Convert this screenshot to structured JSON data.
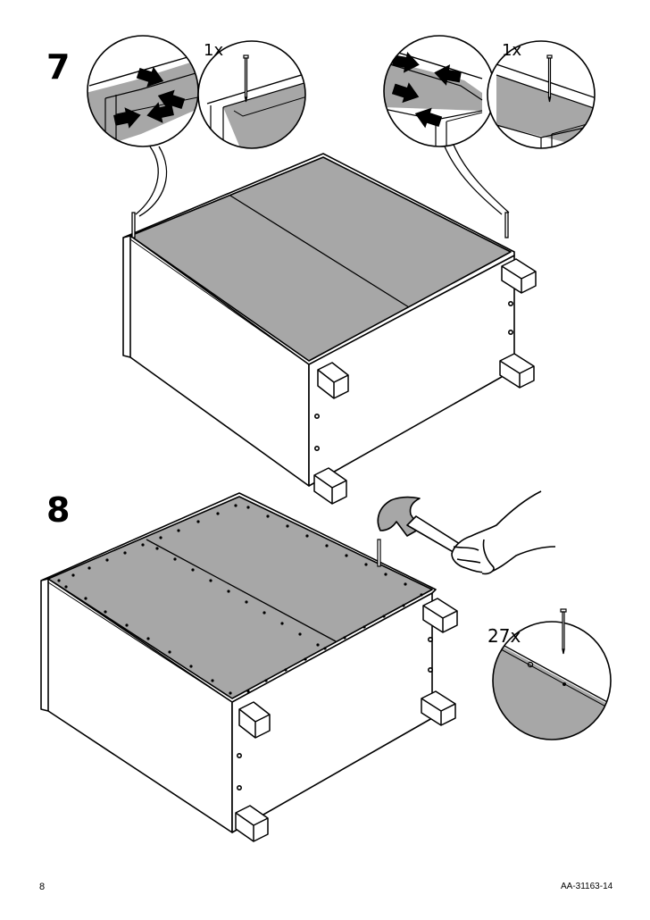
{
  "page": {
    "page_number": "8",
    "document_code": "AA-31163-14"
  },
  "step7": {
    "number": "7",
    "left_detail": {
      "quantity": "1x"
    },
    "right_detail": {
      "quantity": "1x"
    }
  },
  "step8": {
    "number": "8",
    "detail": {
      "quantity": "27x"
    }
  },
  "colors": {
    "panel_gray": "#a7a7a7",
    "line": "#000000",
    "background": "#ffffff"
  }
}
